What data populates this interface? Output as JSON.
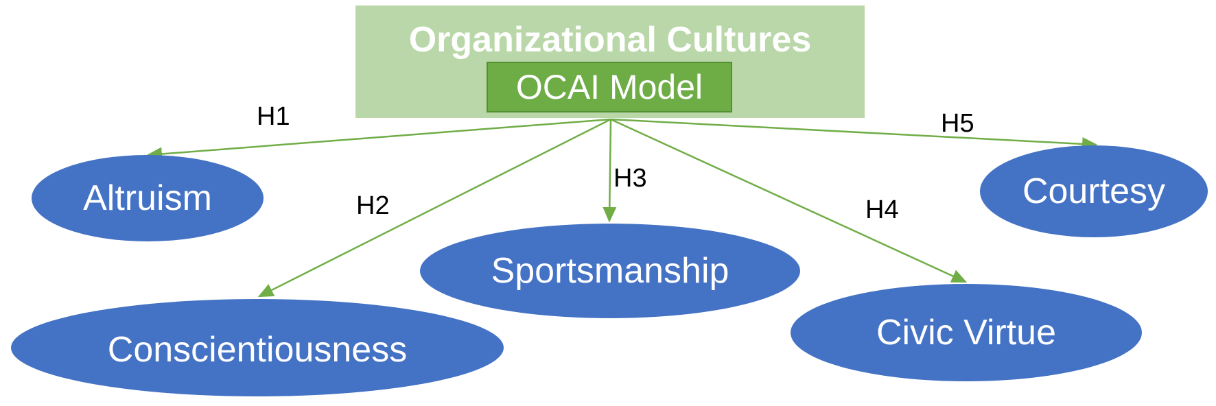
{
  "source": {
    "title": "Organizational Cultures",
    "model": "OCAI Model"
  },
  "nodes": {
    "altruism": "Altruism",
    "conscientiousness": "Conscientiousness",
    "sportsmanship": "Sportsmanship",
    "civic_virtue": "Civic Virtue",
    "courtesy": "Courtesy"
  },
  "hypotheses": {
    "h1": "H1",
    "h2": "H2",
    "h3": "H3",
    "h4": "H4",
    "h5": "H5"
  },
  "colors": {
    "source_box": "#b9d7a8",
    "model_box": "#6eac46",
    "node_fill": "#4472c4",
    "arrow": "#70ad47"
  }
}
